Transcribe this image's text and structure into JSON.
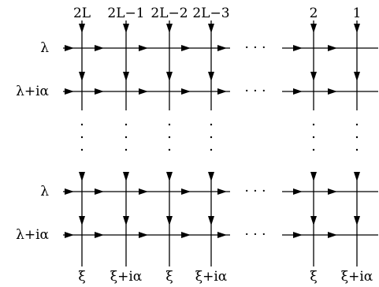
{
  "top_labels": [
    "2L",
    "2L−1",
    "2L−2",
    "2L−3",
    "2",
    "1"
  ],
  "row_labels": [
    "λ",
    "λ+iα",
    "λ",
    "λ+iα"
  ],
  "bottom_labels": [
    "ξ",
    "ξ+iα",
    "ξ",
    "ξ+iα",
    "ξ",
    "ξ+iα"
  ],
  "ellipsis": "· · ·"
}
